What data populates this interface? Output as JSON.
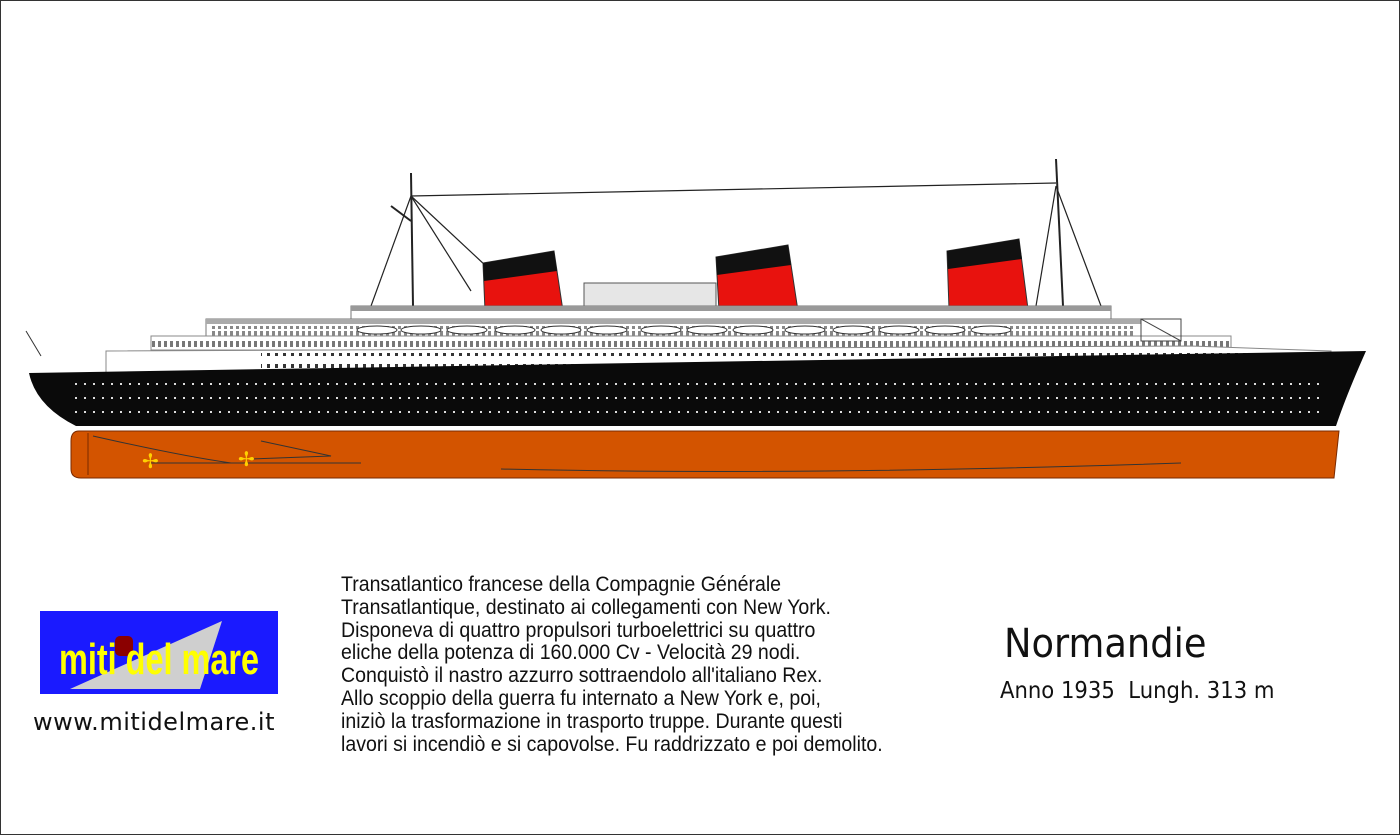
{
  "ship": {
    "name": "Normandie",
    "specs": "Anno 1935  Lungh. 313 m",
    "colors": {
      "hull": "#0a0a0a",
      "underwater": "#d35400",
      "funnel_red": "#e8120e",
      "funnel_black": "#111111",
      "superstructure": "#ffffff"
    }
  },
  "logo": {
    "text": "miti del mare",
    "background": "#1a1aff",
    "text_color": "#ffff00"
  },
  "website": "www.mitidelmare.it",
  "description": [
    "Transatlantico francese della Compagnie Générale",
    "Transatlantique, destinato ai collegamenti con New York.",
    "Disponeva di quattro propulsori turboelettrici su quattro",
    "eliche della potenza di 160.000 Cv - Velocità 29 nodi.",
    "Conquistò il nastro azzurro sottraendolo all'italiano Rex.",
    "Allo scoppio della guerra fu internato a New York e, poi,",
    "iniziò la trasformazione in trasporto truppe. Durante questi",
    "lavori si incendiò e si capovolse. Fu raddrizzato e poi demolito."
  ]
}
